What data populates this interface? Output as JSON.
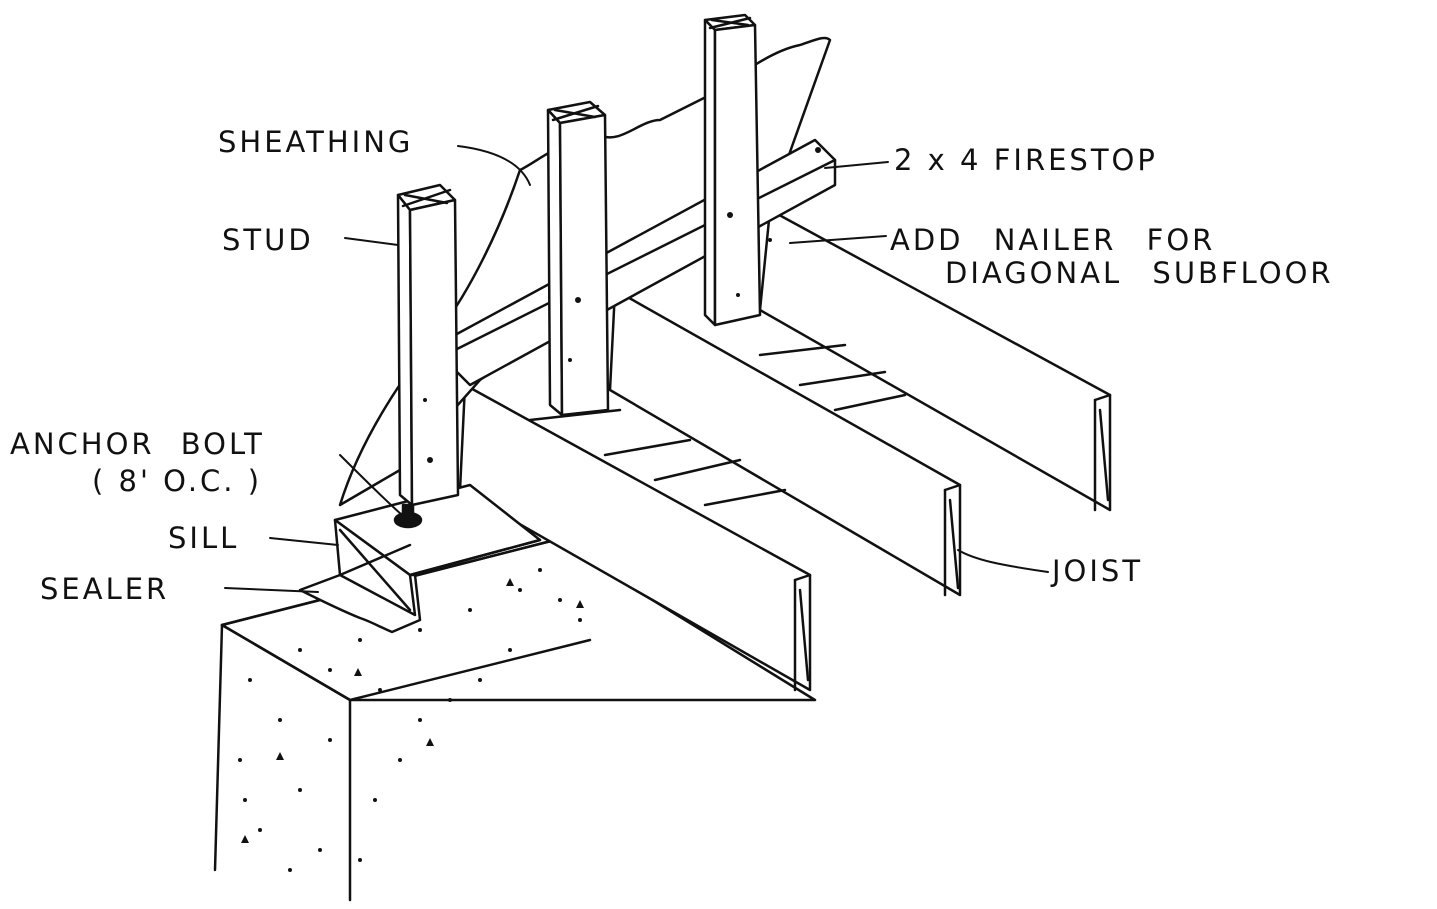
{
  "labels": {
    "sheathing": "SHEATHING",
    "firestop": "2 x 4 FIRESTOP",
    "stud": "STUD",
    "nailer_line1": "ADD NAILER FOR",
    "nailer_line2": "DIAGONAL SUBFLOOR",
    "anchor_bolt": "ANCHOR BOLT",
    "anchor_spacing": "( 8' O.C. )",
    "sill": "SILL",
    "sealer": "SEALER",
    "joist": "JOIST"
  },
  "colors": {
    "ink": "#111111",
    "paper": "#ffffff"
  }
}
